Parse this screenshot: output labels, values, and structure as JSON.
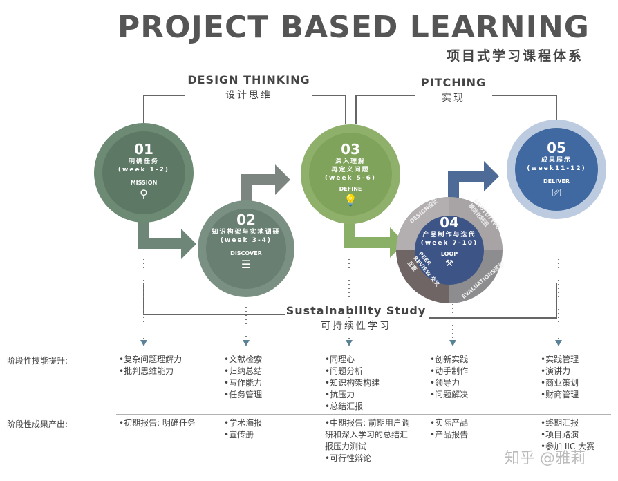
{
  "title": "PROJECT BASED LEARNING",
  "subtitle": "项目式学习课程体系",
  "sections": {
    "design_thinking": {
      "en": "DESIGN THINKING",
      "zh": "设计思维"
    },
    "pitching": {
      "en": "PITCHING",
      "zh": "实现"
    },
    "sustainability": {
      "en": "Sustainability Study",
      "zh": "可持续性学习"
    }
  },
  "stages": [
    {
      "num": "01",
      "zh": "明确任务",
      "weeks": "(week 1-2)",
      "en": "MISSION",
      "icon": "magnifier-icon",
      "color": "#5d7966"
    },
    {
      "num": "02",
      "zh": "知识构架与实地调研",
      "weeks": "(week 3-4)",
      "en": "DISCOVER",
      "icon": "list-icon",
      "color": "#687f72"
    },
    {
      "num": "03",
      "zh": "深入理解 再定义问题",
      "weeks": "(week 5-6)",
      "en": "DEFINE",
      "icon": "lightbulb-icon",
      "color": "#80a35c"
    },
    {
      "num": "04",
      "zh": "产品制作与迭代",
      "weeks": "(week 7-10)",
      "en": "LOOP",
      "icon": "tools-icon",
      "color": "#3d5586"
    },
    {
      "num": "05",
      "zh": "成果展示",
      "weeks": "(week11-12)",
      "en": "DELIVER",
      "icon": "presentation-icon",
      "color": "#3f69a0"
    }
  ],
  "loop_ring": [
    "DESIGN设计",
    "PROTOTYPE 模型化制造",
    "EVALUATIONS评价",
    "PEER REVIEW 交叉互查"
  ],
  "rows": [
    {
      "label": "阶段性技能提升:",
      "columns": [
        [
          "•复杂问题理解力",
          "•批判思维能力"
        ],
        [
          "•文献检索",
          "•归纳总结",
          "•写作能力",
          "•任务管理"
        ],
        [
          "•同理心",
          "•问题分析",
          "•知识构架构建",
          "•抗压力",
          "•总结汇报"
        ],
        [
          "•创新实践",
          "•动手制作",
          "•领导力",
          "•问题解决"
        ],
        [
          "•实践管理",
          "•演讲力",
          "•商业策划",
          "•财商管理"
        ]
      ]
    },
    {
      "label": "阶段性成果产出:",
      "columns": [
        [
          "•初期报告: 明确任务"
        ],
        [
          "•学术海报",
          "•宣传册"
        ],
        [
          "•中期报告: 前期用户调",
          "研和深入学习的总结汇",
          "报压力测试",
          "•可行性辩论"
        ],
        [
          "•实际产品",
          "•产品报告"
        ],
        [
          "•终期汇报",
          "•项目路演",
          "•参加 IIC 大赛"
        ]
      ]
    }
  ],
  "watermark": "知乎 @雅莉"
}
